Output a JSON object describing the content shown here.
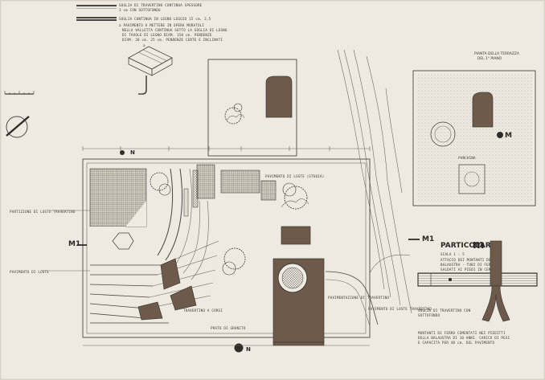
{
  "legend": {
    "line1": "SOGLIA DI TRAVERTINO CONTINUA SPESSORE",
    "line1b": "3 cm CON SOTTOFONDO",
    "line2": "SOGLIA CONTINUA IN LEGNO LEGGIO 15 cm. 2,5",
    "note_a_1": "a  PAVIMENTO A METTERE IN OPERA MURATOLI",
    "note_a_2": "NELLA VALLETTA CONTINUA SOTTO LA SOGLIA DI LEGNO",
    "note_a_3": "DI TAVOLE DI LEGNO DIAM. 150 cm. PENDENZE",
    "note_a_4": "DIAM. 20 cm. 25 cm. PENDENZE CERTE E INCLINATI"
  },
  "terrace": {
    "title_1": "PIANTA DELLA TERRAZZA",
    "title_2": "DEL 1° PIANO"
  },
  "detail": {
    "title": "PARTICOLARE",
    "letter": "m",
    "scale": "SCALA 1 : 5",
    "desc_1": "ATTACCO DEI MONTANTI DELLA",
    "desc_2": "BALAUSTRA  -  TUBI DI FERRO",
    "desc_3": "SALDATI AI PIEDI IN CEMENTO"
  },
  "section_markers": {
    "n": "N",
    "m": "M",
    "m1": "M1"
  },
  "labels": {
    "pavement_top": "PAVIMENTO DI LOSTE (STUOIA)",
    "travertine_left": "PARTIZIONE DI LOSTE TRAVERTINO",
    "pavement_left": "PAVIMENTO DI LOSTE",
    "trav_bottom": "TRAVERTINO A CORSI",
    "grass_bottom": "PRATO DI GRANITO",
    "bottom_note_1": "SOGLIA DI TRAVERTINO CON",
    "bottom_note_2": "SOTTOFONDO",
    "bottom_note_3": "PAVIMENTO DI LOSTE TRAVERTINO",
    "trav_right": "PAVIMENTAZIONE DI TRAVERTINO",
    "notes_r_1": "MONTANTI DI FERRO CEMENTATI NEI PIEDITTI",
    "notes_r_2": "DELLA BALAUSTRA DI 10 ANNI. CARICO DI PESI",
    "notes_r_3": "E CAPACITA PER 40 cm. DEL PAVIMENTO"
  }
}
